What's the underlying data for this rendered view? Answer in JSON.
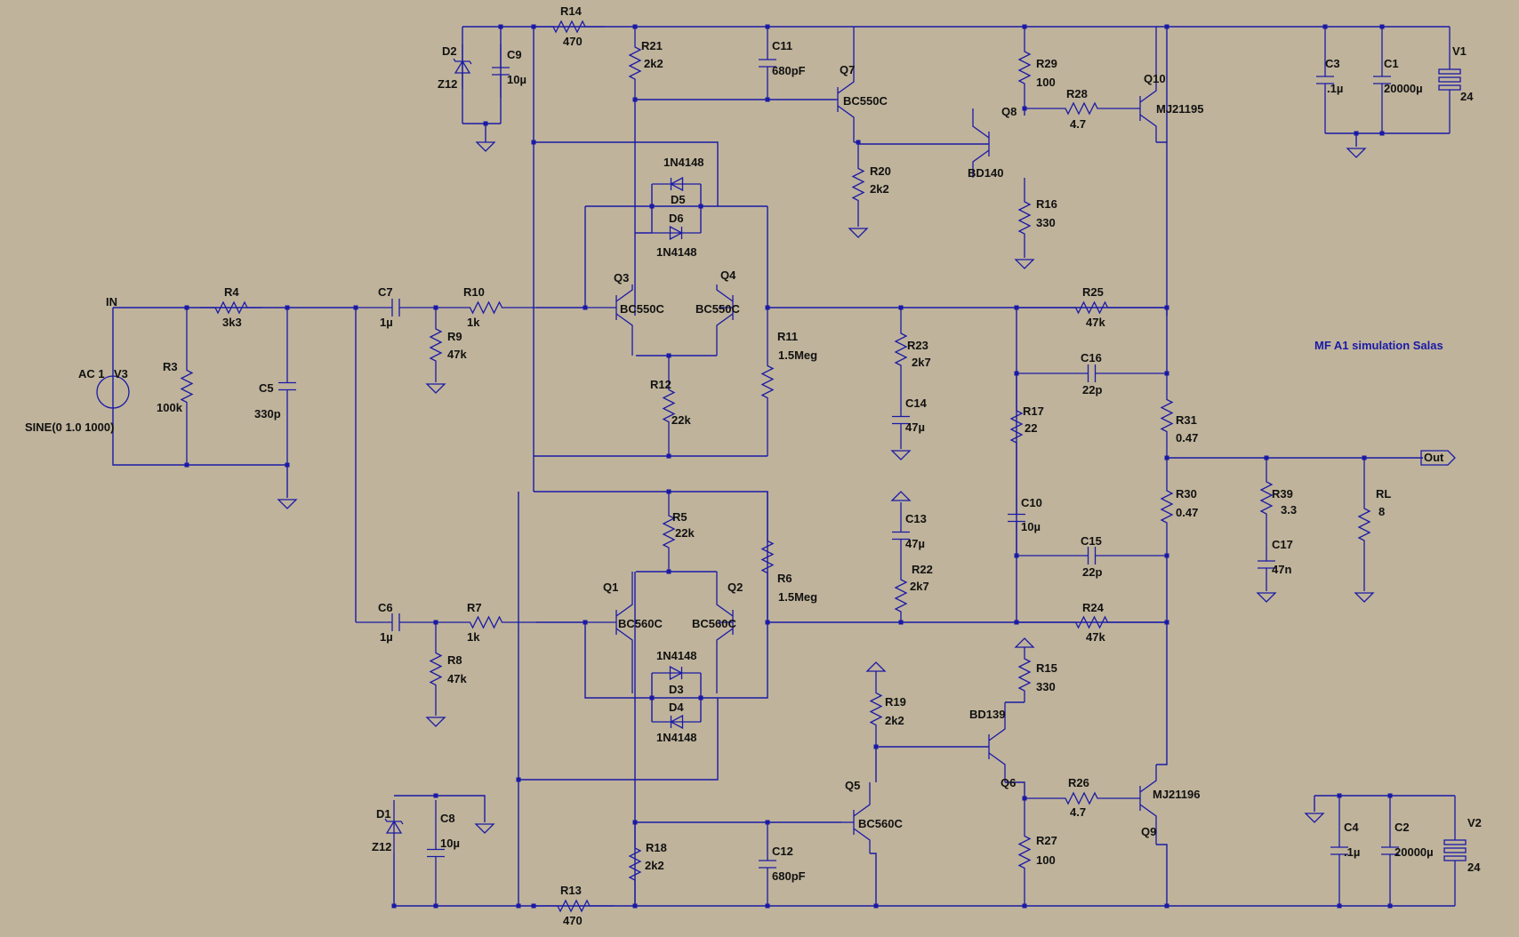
{
  "title": "MF A1 simulation Salas",
  "nets": {
    "input": "IN",
    "output": "Out"
  },
  "source": {
    "name": "V3",
    "ac": "AC 1",
    "value": "SINE(0 1.0 1000)"
  },
  "supplies": [
    {
      "name": "V1",
      "value": "24"
    },
    {
      "name": "V2",
      "value": "24"
    }
  ],
  "components": [
    {
      "ref": "R14",
      "value": "470"
    },
    {
      "ref": "R21",
      "value": "2k2"
    },
    {
      "ref": "C11",
      "value": "680pF"
    },
    {
      "ref": "Q7",
      "value": "BC550C"
    },
    {
      "ref": "R29",
      "value": "100"
    },
    {
      "ref": "R28",
      "value": "4.7"
    },
    {
      "ref": "Q8",
      "value": "BD140"
    },
    {
      "ref": "Q10",
      "value": "MJ21195"
    },
    {
      "ref": "R20",
      "value": "2k2"
    },
    {
      "ref": "R16",
      "value": "330"
    },
    {
      "ref": "C3",
      "value": ".1µ"
    },
    {
      "ref": "C1",
      "value": "20000µ"
    },
    {
      "ref": "D2",
      "value": "Z12"
    },
    {
      "ref": "C9",
      "value": "10µ"
    },
    {
      "ref": "D5",
      "value": "1N4148"
    },
    {
      "ref": "D6",
      "value": "1N4148"
    },
    {
      "ref": "Q3",
      "value": "BC550C"
    },
    {
      "ref": "Q4",
      "value": "BC550C"
    },
    {
      "ref": "R4",
      "value": "3k3"
    },
    {
      "ref": "R3",
      "value": "100k"
    },
    {
      "ref": "C5",
      "value": "330p"
    },
    {
      "ref": "C7",
      "value": "1µ"
    },
    {
      "ref": "R10",
      "value": "1k"
    },
    {
      "ref": "R9",
      "value": "47k"
    },
    {
      "ref": "R11",
      "value": "1.5Meg"
    },
    {
      "ref": "R12",
      "value": "22k"
    },
    {
      "ref": "R23",
      "value": "2k7"
    },
    {
      "ref": "C14",
      "value": "47µ"
    },
    {
      "ref": "R25",
      "value": "47k"
    },
    {
      "ref": "C16",
      "value": "22p"
    },
    {
      "ref": "R17",
      "value": "22"
    },
    {
      "ref": "R31",
      "value": "0.47"
    },
    {
      "ref": "R30",
      "value": "0.47"
    },
    {
      "ref": "R39",
      "value": "3.3"
    },
    {
      "ref": "C17",
      "value": "47n"
    },
    {
      "ref": "RL",
      "value": "8"
    },
    {
      "ref": "C10",
      "value": "10µ"
    },
    {
      "ref": "C15",
      "value": "22p"
    },
    {
      "ref": "R5",
      "value": "22k"
    },
    {
      "ref": "C13",
      "value": "47µ"
    },
    {
      "ref": "R22",
      "value": "2k7"
    },
    {
      "ref": "R6",
      "value": "1.5Meg"
    },
    {
      "ref": "Q1",
      "value": "BC560C"
    },
    {
      "ref": "Q2",
      "value": "BC560C"
    },
    {
      "ref": "C6",
      "value": "1µ"
    },
    {
      "ref": "R7",
      "value": "1k"
    },
    {
      "ref": "R8",
      "value": "47k"
    },
    {
      "ref": "R24",
      "value": "47k"
    },
    {
      "ref": "D3",
      "value": "1N4148"
    },
    {
      "ref": "D4",
      "value": "1N4148"
    },
    {
      "ref": "R15",
      "value": "330"
    },
    {
      "ref": "R19",
      "value": "2k2"
    },
    {
      "ref": "Q6",
      "value": "BD139"
    },
    {
      "ref": "R26",
      "value": "4.7"
    },
    {
      "ref": "Q9",
      "value": "MJ21196"
    },
    {
      "ref": "Q5",
      "value": "BC560C"
    },
    {
      "ref": "R27",
      "value": "100"
    },
    {
      "ref": "D1",
      "value": "Z12"
    },
    {
      "ref": "C8",
      "value": "10µ"
    },
    {
      "ref": "R18",
      "value": "2k2"
    },
    {
      "ref": "C12",
      "value": "680pF"
    },
    {
      "ref": "R13",
      "value": "470"
    },
    {
      "ref": "C4",
      "value": ".1µ"
    },
    {
      "ref": "C2",
      "value": "20000µ"
    }
  ],
  "palette": {
    "background": "#bfb39b",
    "wire": "#1a1aa6",
    "text": "#111111",
    "title": "#1a1aa6"
  }
}
